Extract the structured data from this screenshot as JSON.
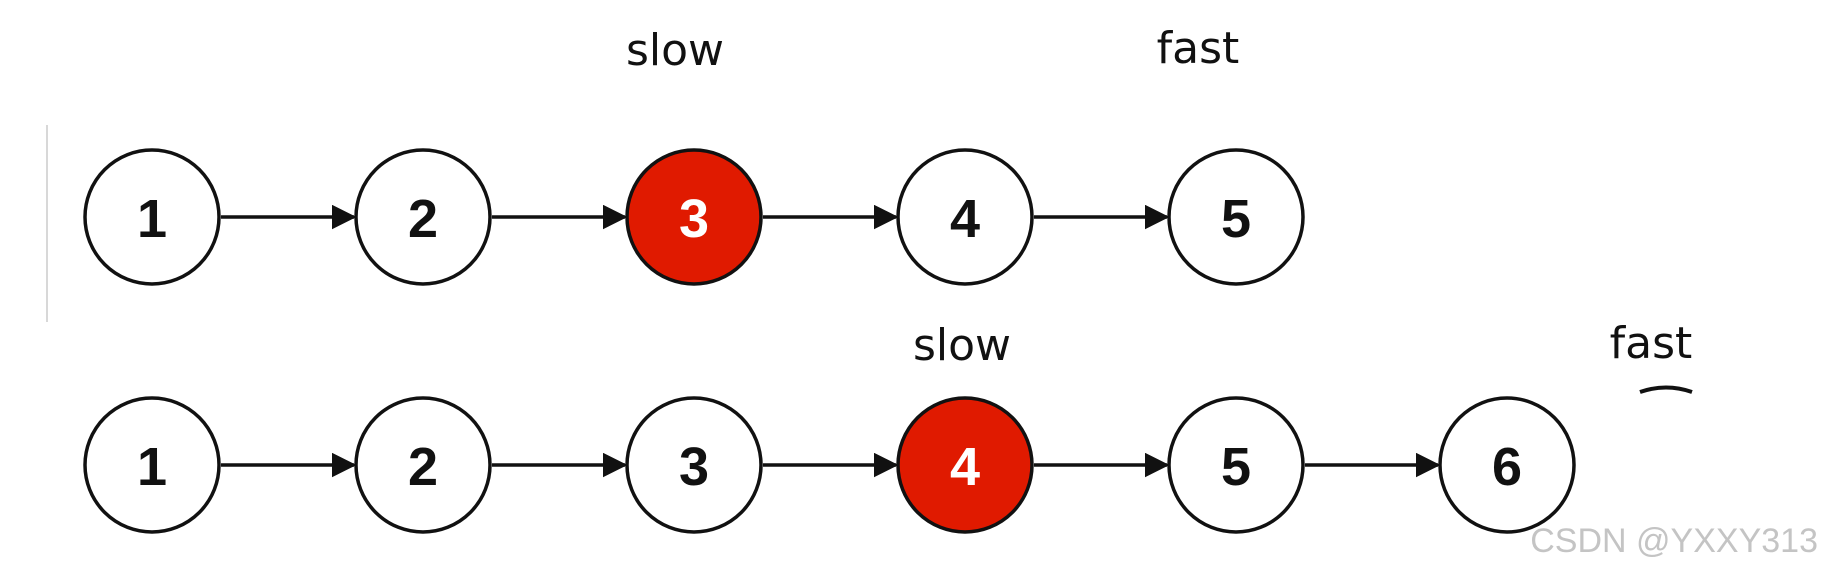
{
  "colors": {
    "node_fill": "#ffffff",
    "highlight_fill": "#e01a00",
    "node_text": "#111111",
    "highlight_text": "#ffffff",
    "stroke": "#111111"
  },
  "lists": [
    {
      "nodes": [
        "1",
        "2",
        "3",
        "4",
        "5"
      ],
      "highlighted": "3",
      "slow_label": "slow",
      "fast_label": "fast"
    },
    {
      "nodes": [
        "1",
        "2",
        "3",
        "4",
        "5",
        "6"
      ],
      "highlighted": "4",
      "slow_label": "slow",
      "fast_label": "fast"
    }
  ],
  "watermark": "CSDN @YXXY313"
}
